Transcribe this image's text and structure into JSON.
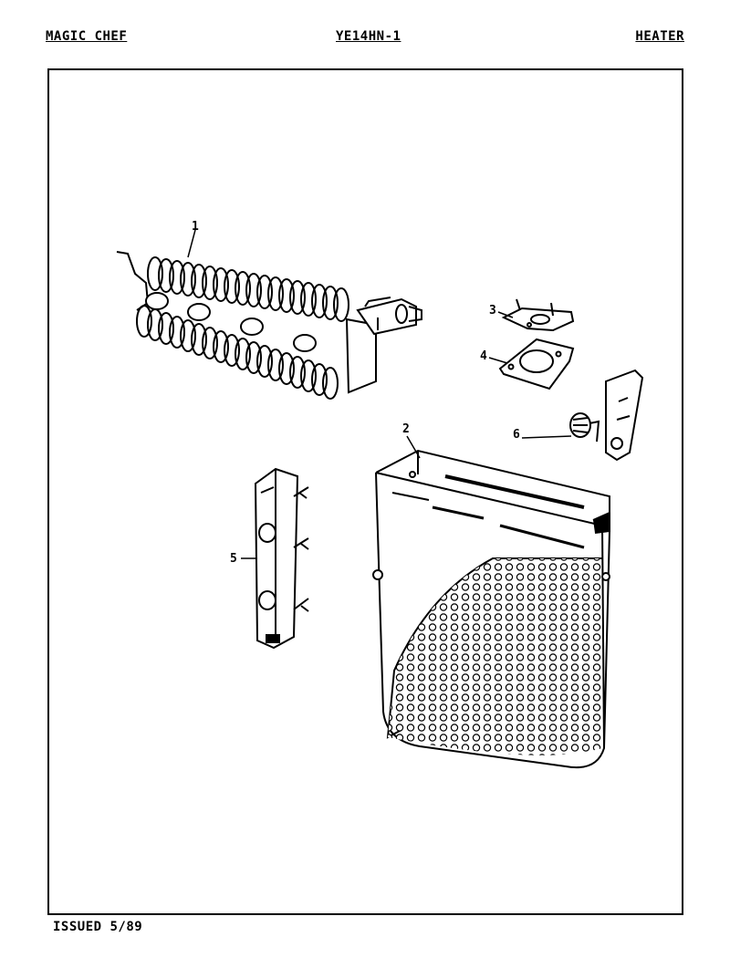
{
  "header": {
    "brand": "MAGIC CHEF",
    "model": "YE14HN-1",
    "section": "HEATER"
  },
  "footer": {
    "issued": "ISSUED 5/89"
  },
  "callouts": [
    {
      "id": "1",
      "label": "1"
    },
    {
      "id": "2",
      "label": "2"
    },
    {
      "id": "3",
      "label": "3"
    },
    {
      "id": "4",
      "label": "4"
    },
    {
      "id": "5",
      "label": "5"
    },
    {
      "id": "6",
      "label": "6"
    }
  ]
}
